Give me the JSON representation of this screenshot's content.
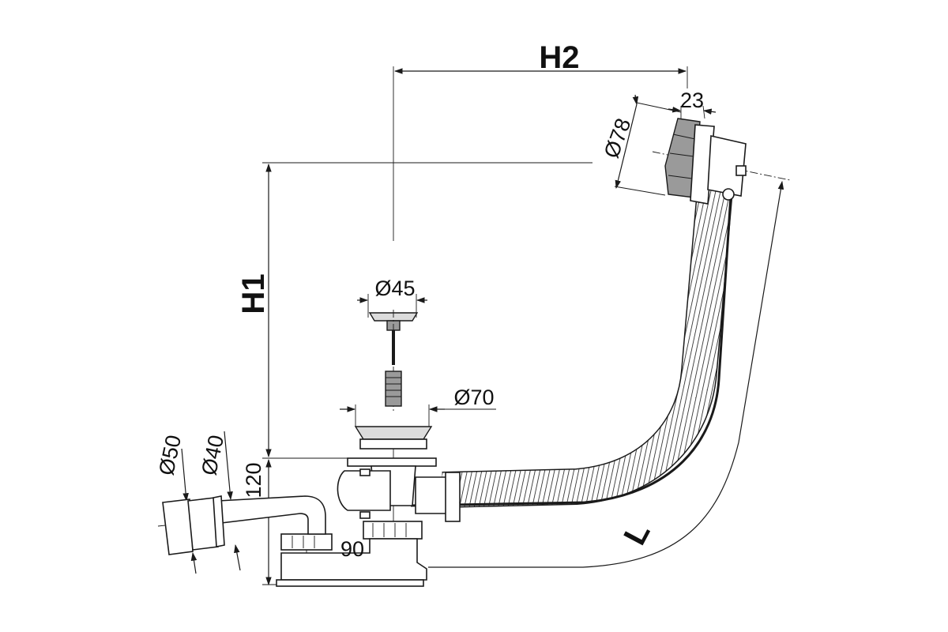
{
  "diagram": {
    "labels": {
      "h2": "H2",
      "h1": "H1",
      "l": "L",
      "d23": "23",
      "d78": "Ø78",
      "d45": "Ø45",
      "d70": "Ø70",
      "d50": "Ø50",
      "d40": "Ø40",
      "d120": "120",
      "d90": "90"
    },
    "colors": {
      "line": "#1a1a1a",
      "metal": "#9a9a9a",
      "light": "#dcdcdc"
    }
  }
}
